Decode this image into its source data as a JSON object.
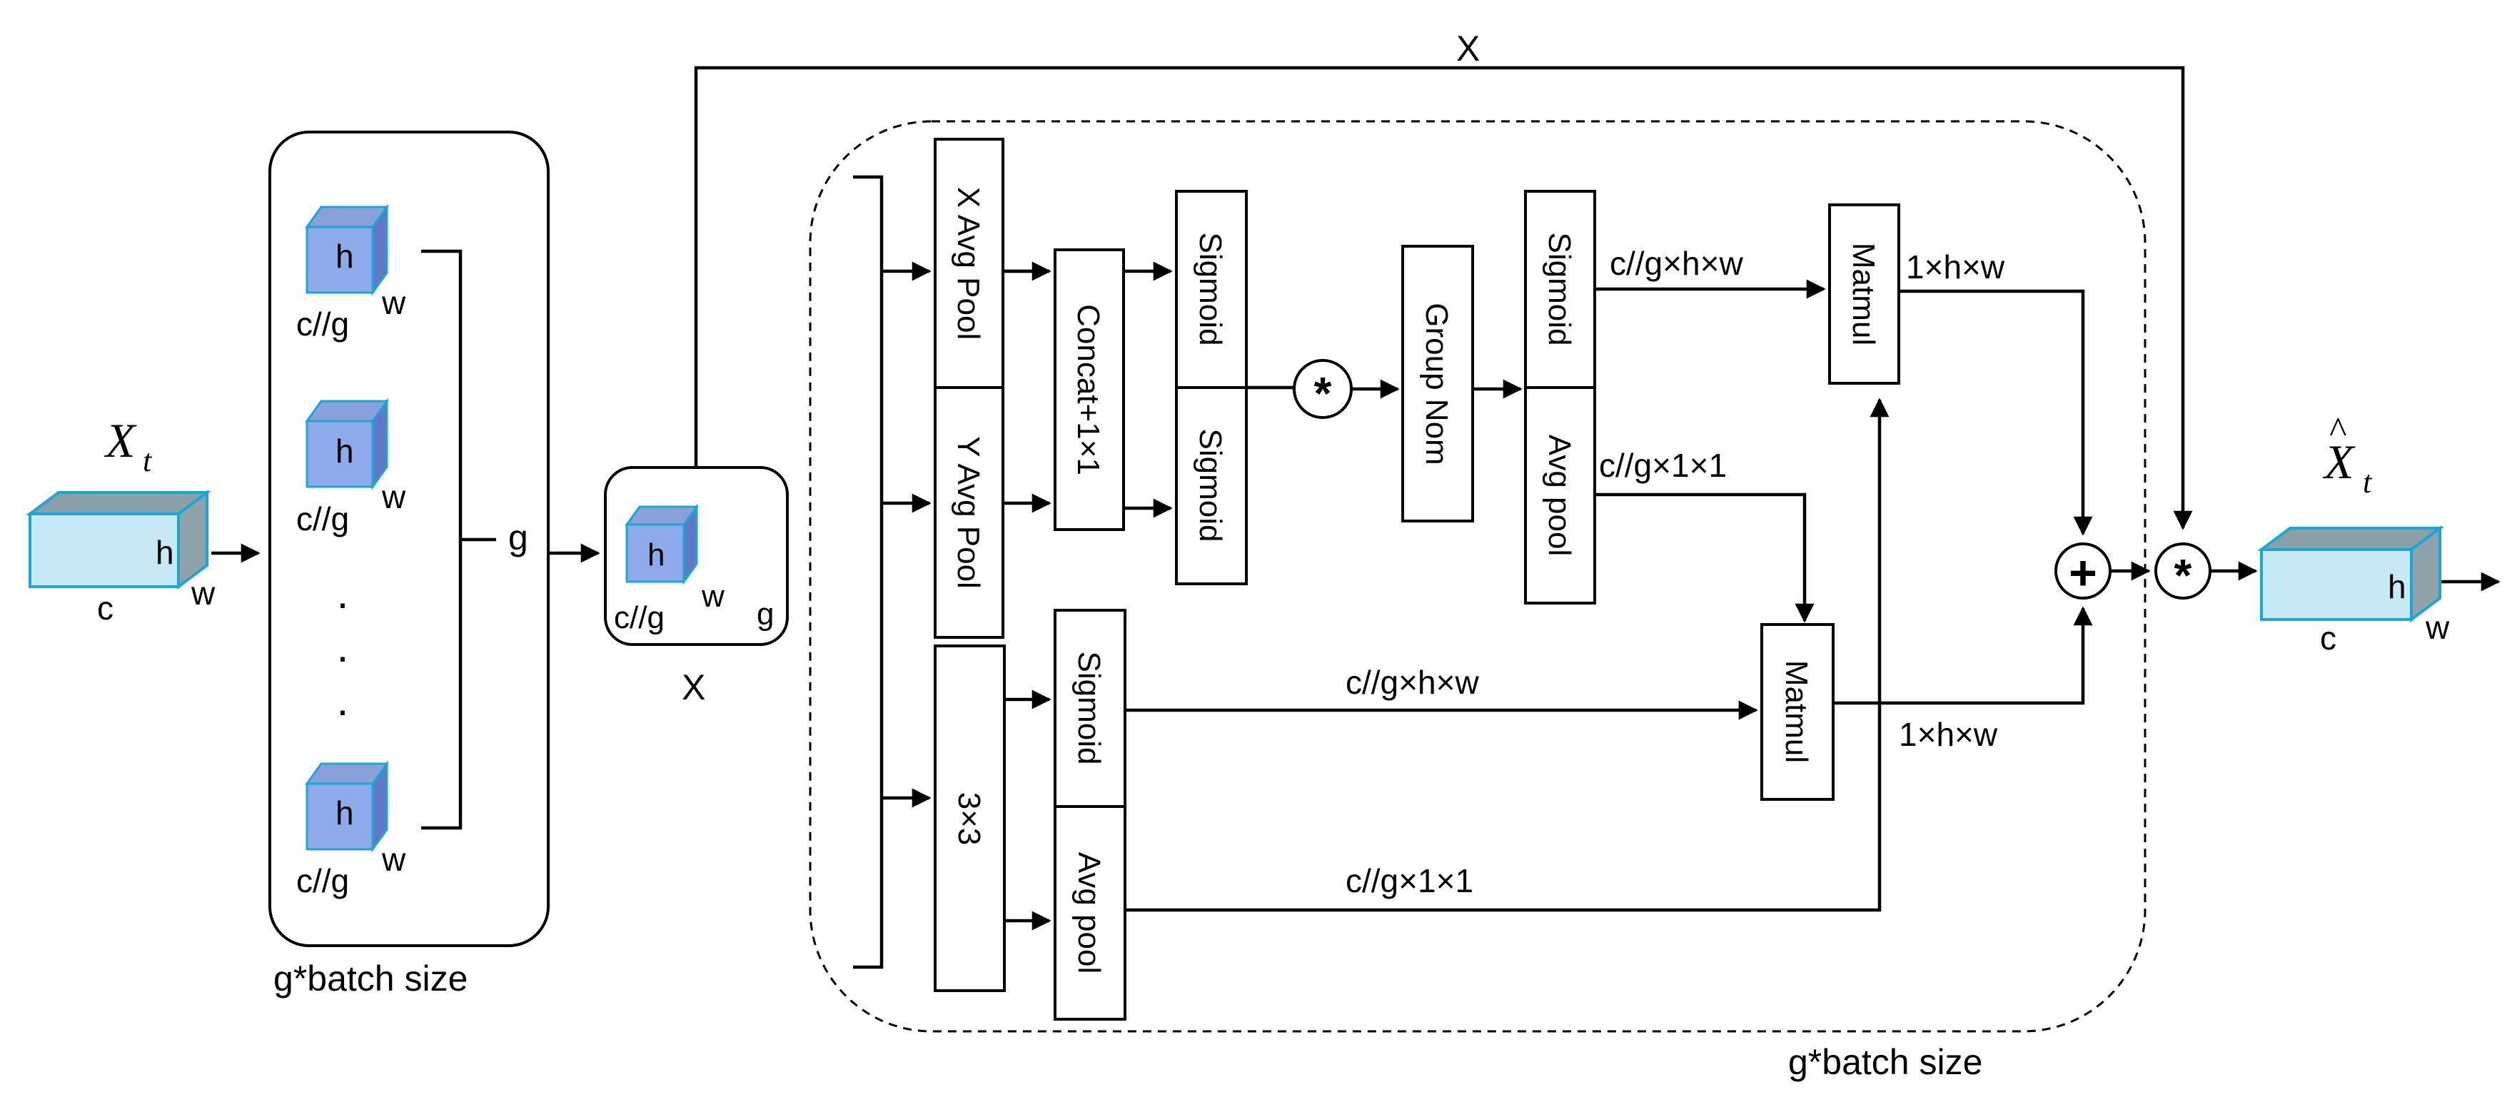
{
  "input": {
    "title": "X",
    "title_sub": "t",
    "h": "h",
    "w": "w",
    "c": "c"
  },
  "groups": {
    "cube_h": "h",
    "cube_w": "w",
    "cube_c": "c//g",
    "dot": "·",
    "g": "g",
    "caption": "g*batch size"
  },
  "single": {
    "h": "h",
    "w": "w",
    "c": "c//g",
    "g": "g",
    "caption": "X"
  },
  "skip_label": "X",
  "blocks": {
    "x_avg_pool": "X Avg Pool",
    "y_avg_pool": "Y Avg Pool",
    "concat": "Concat+1×1",
    "sigmoid_a": "Sigmoid",
    "sigmoid_b": "Sigmoid",
    "group_norm": "Group Nom",
    "sigmoid_c": "Sigmoid",
    "avg_pool_c": "Avg pool",
    "conv3": "3×3",
    "sigmoid_d": "Sigmoid",
    "avg_pool_d": "Avg pool",
    "matmul_top": "Matmul",
    "matmul_bottom": "Matmul"
  },
  "edge_labels": {
    "top_chw": "c//g×h×w",
    "top_hw": "1×h×w",
    "mid_c11": "c//g×1×1",
    "bot_chw": "c//g×h×w",
    "bot_hw": "1×h×w",
    "bot_c11": "c//g×1×1"
  },
  "ops": {
    "multiply": "*",
    "add": "+",
    "multiply_out": "*"
  },
  "module_caption": "g*batch size",
  "output": {
    "title": "X",
    "title_hat": "^",
    "title_sub": "t",
    "h": "h",
    "w": "w",
    "c": "c"
  }
}
